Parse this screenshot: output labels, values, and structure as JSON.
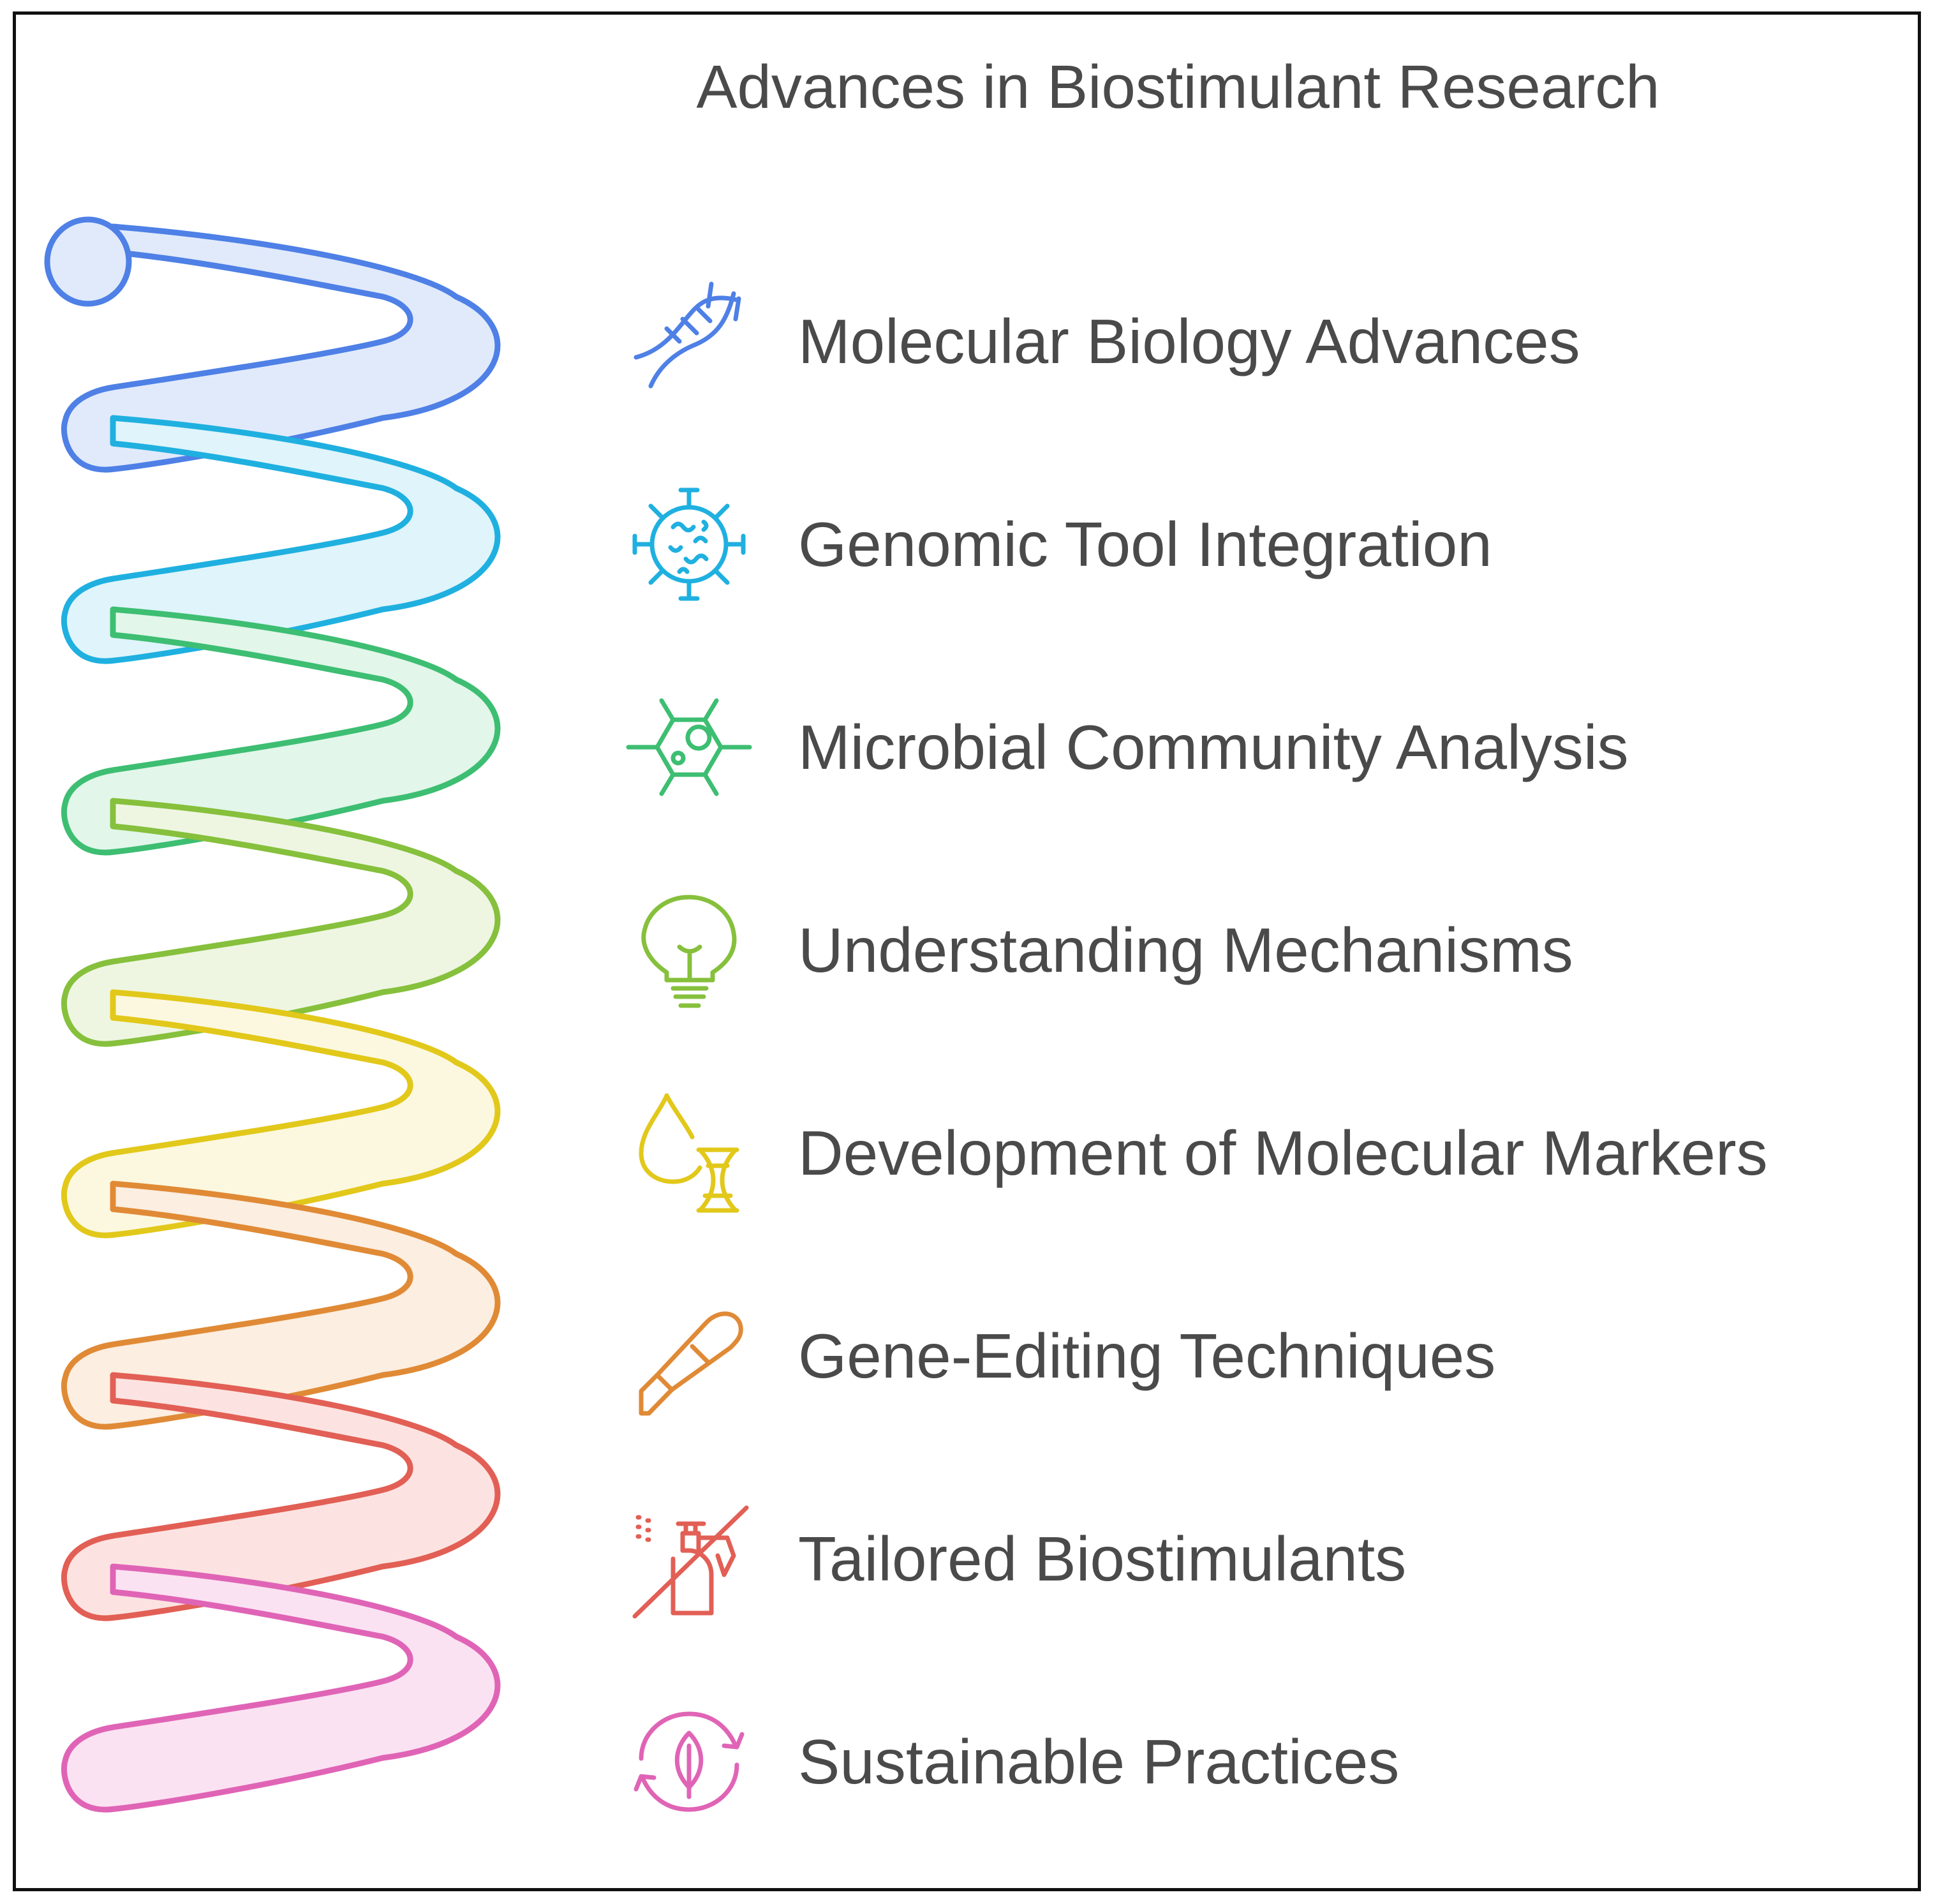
{
  "title": "Advances in Biostimulant Research",
  "items": [
    {
      "label": "Molecular Biology Advances",
      "icon": "dna-helix-icon",
      "color": "#4E80E6",
      "fill": "#E1EAFB"
    },
    {
      "label": "Genomic Tool Integration",
      "icon": "virus-genome-icon",
      "color": "#1FB0E0",
      "fill": "#DFF4FB"
    },
    {
      "label": "Microbial Community Analysis",
      "icon": "microbe-cell-icon",
      "color": "#3DBE72",
      "fill": "#E2F6EA"
    },
    {
      "label": "Understanding Mechanisms",
      "icon": "lightbulb-icon",
      "color": "#86C03C",
      "fill": "#EEF6E2"
    },
    {
      "label": "Development of Molecular Markers",
      "icon": "drop-dna-icon",
      "color": "#E2C81A",
      "fill": "#FCF8DF"
    },
    {
      "label": "Gene-Editing Techniques",
      "icon": "cutter-knife-icon",
      "color": "#E08A36",
      "fill": "#FCEEE0"
    },
    {
      "label": "Tailored Biostimulants",
      "icon": "no-spray-icon",
      "color": "#E25F55",
      "fill": "#FCE3E1"
    },
    {
      "label": "Sustainable Practices",
      "icon": "leaf-cycle-icon",
      "color": "#E064B6",
      "fill": "#FBE2F2"
    }
  ]
}
